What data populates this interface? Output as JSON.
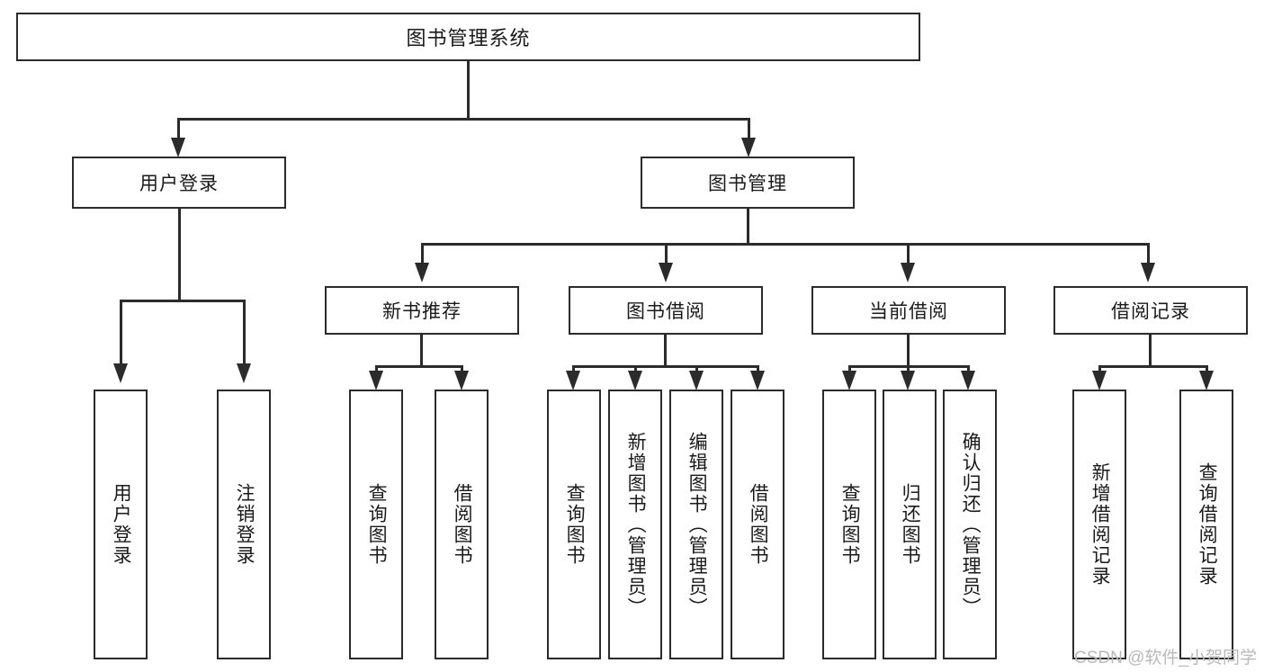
{
  "diagram": {
    "title": "图书管理系统",
    "type": "tree-structure-chart",
    "watermark": "CSDN @软件_小贺同学",
    "colors": {
      "line": "#2b2b2b",
      "box_border": "#2b2b2b",
      "background": "#ffffff",
      "text": "#1a1a1a",
      "watermark": "#b9b9b9"
    }
  },
  "nodes": {
    "root": {
      "label": "图书管理系统"
    },
    "level2": [
      {
        "id": "user-login",
        "label": "用户登录"
      },
      {
        "id": "book-management",
        "label": "图书管理"
      }
    ],
    "level3": [
      {
        "id": "new-book-recommend",
        "label": "新书推荐"
      },
      {
        "id": "book-borrow",
        "label": "图书借阅"
      },
      {
        "id": "current-borrow",
        "label": "当前借阅"
      },
      {
        "id": "borrow-record",
        "label": "借阅记录"
      }
    ],
    "leaves": {
      "user_login": [
        {
          "id": "leaf-user-login",
          "label": "用户登录"
        },
        {
          "id": "leaf-logout",
          "label": "注销登录"
        }
      ],
      "new_book_recommend": [
        {
          "id": "leaf-query-book-1",
          "label": "查询图书"
        },
        {
          "id": "leaf-borrow-book-1",
          "label": "借阅图书"
        }
      ],
      "book_borrow": [
        {
          "id": "leaf-query-book-2",
          "label": "查询图书"
        },
        {
          "id": "leaf-add-book",
          "label": "新增图书（管理员）"
        },
        {
          "id": "leaf-edit-book",
          "label": "编辑图书（管理员）"
        },
        {
          "id": "leaf-borrow-book-2",
          "label": "借阅图书"
        }
      ],
      "current_borrow": [
        {
          "id": "leaf-query-book-3",
          "label": "查询图书"
        },
        {
          "id": "leaf-return-book",
          "label": "归还图书"
        },
        {
          "id": "leaf-confirm-return",
          "label": "确认归还（管理员）"
        }
      ],
      "borrow_record": [
        {
          "id": "leaf-add-record",
          "label": "新增借阅记录"
        },
        {
          "id": "leaf-query-record",
          "label": "查询借阅记录"
        }
      ]
    }
  }
}
